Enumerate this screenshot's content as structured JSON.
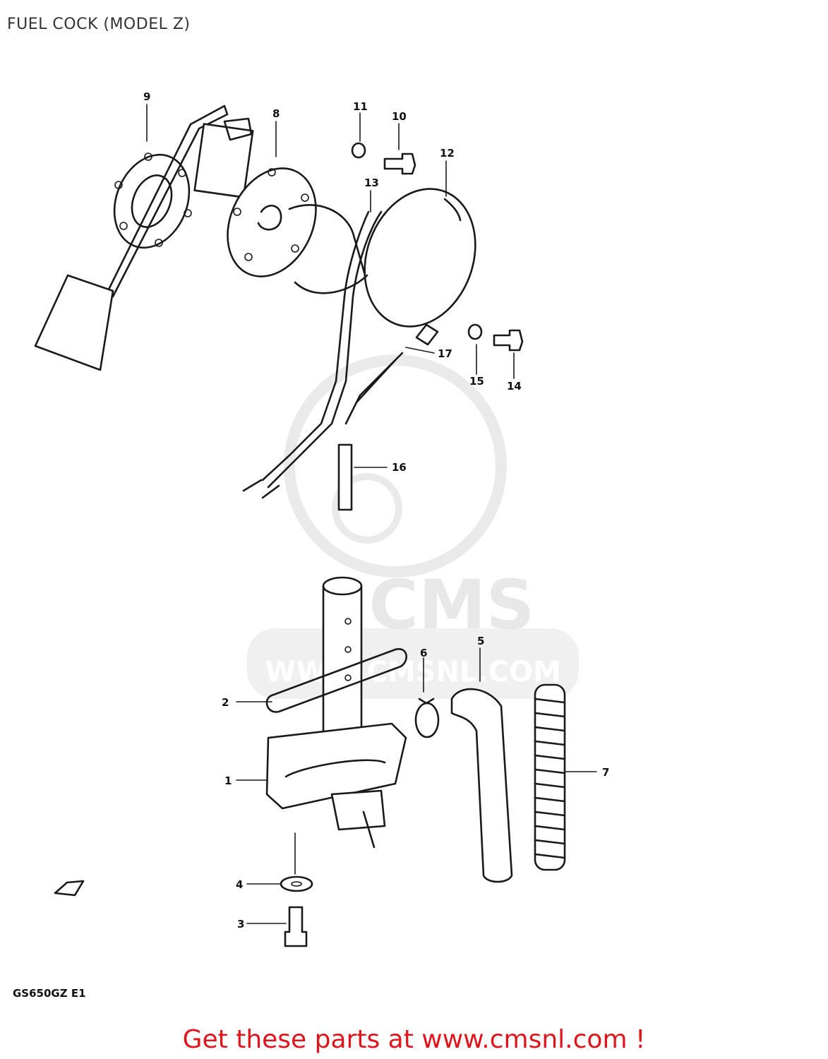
{
  "title": "FUEL COCK (MODEL Z)",
  "diagram_code": "GS650GZ E1",
  "watermark": {
    "logo_text": "CMS",
    "url_text": "WWW.CMSNL.COM"
  },
  "callouts": [
    {
      "num": "1"
    },
    {
      "num": "2"
    },
    {
      "num": "3"
    },
    {
      "num": "4"
    },
    {
      "num": "5"
    },
    {
      "num": "6"
    },
    {
      "num": "7"
    },
    {
      "num": "8"
    },
    {
      "num": "9"
    },
    {
      "num": "10"
    },
    {
      "num": "11"
    },
    {
      "num": "12"
    },
    {
      "num": "13"
    },
    {
      "num": "14"
    },
    {
      "num": "15"
    },
    {
      "num": "16"
    },
    {
      "num": "17"
    }
  ],
  "footer": {
    "text": "Get these parts at www.cmsnl.com !",
    "color": "#e0141b"
  }
}
